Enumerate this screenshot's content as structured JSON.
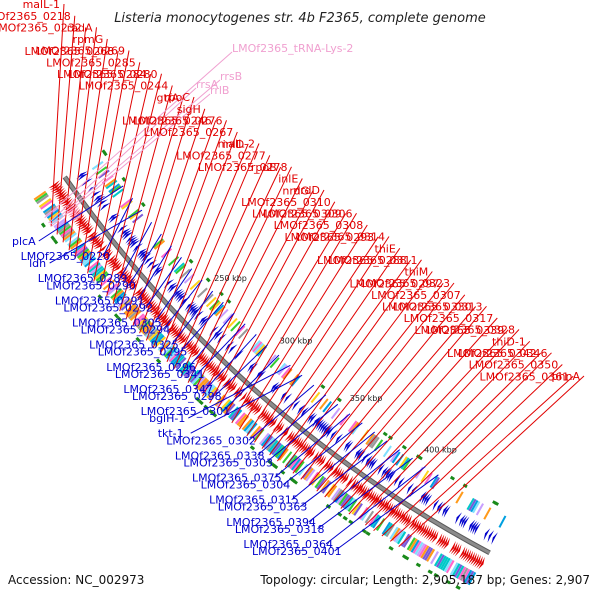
{
  "title": "Listeria monocytogenes str. 4b F2365, complete genome",
  "accession": "Accession: NC_002973",
  "summary": "Topology: circular; Length: 2,905,187 bp; Genes: 2,907",
  "colors": {
    "forward": "#e00000",
    "reverse": "#0000cc",
    "rna": "#f0a0d0",
    "ring": "#8c8c8c",
    "cog_green": "#1a8a1a"
  },
  "kbp_marks": [
    {
      "label": "250 kbp",
      "kbp": 250
    },
    {
      "label": "300 kbp",
      "kbp": 300
    },
    {
      "label": "350 kbp",
      "kbp": 350
    },
    {
      "label": "400 kbp",
      "kbp": 400
    }
  ],
  "labels_forward": [
    "malL-1",
    "LMOf2365_0218",
    "LMOf2365_0232",
    "radA",
    "rpmG",
    "LMOf2365_0268",
    "LMOf2365_0269",
    "LMOf2365_0285",
    "LMOf2365_0284",
    "LMOf2365_0280",
    "LMOf2365_0244",
    "gtfA",
    "rpoC",
    "sigH",
    "LMOf2365_0246",
    "LMOf2365_0276",
    "LMOf2365_0267",
    "inlD",
    "malL-2",
    "LMOf2365_0277",
    "rpoB",
    "LMOf2365_0278",
    "inlE",
    "nrdG",
    "nrdD",
    "LMOf2365_0310",
    "LMOf2365_0309",
    "LMOf2365_0306",
    "LMOf2365_0308",
    "LMOf2365_0293",
    "LMOf2365_0314",
    "thiE",
    "LMOf2365_0288",
    "LMOf2365_0311",
    "thiM",
    "LMOf2365_0297",
    "LMOf2365_0323",
    "LMOf2365_0307",
    "LMOf2365_0330",
    "LMOf2365_0313",
    "LMOf2365_0317",
    "LMOf2365_0339",
    "LMOf2365_0328",
    "thiD-1",
    "LMOf2365_0342",
    "LMOf2365_0346",
    "LMOf2365_0350",
    "LMOf2365_0361",
    "phnA"
  ],
  "labels_rna": [
    "LMOf2365_tRNA-Lys-2",
    "rrsA",
    "rrsB",
    "rrlB"
  ],
  "labels_reverse": [
    "plcA",
    "LMOf2365_0220",
    "ldh",
    "LMOf2365_0289",
    "LMOf2365_0290",
    "LMOf2365_0291",
    "LMOf2365_0292",
    "LMOf2365_0305",
    "LMOf2365_0294",
    "LMOf2365_0325",
    "LMOf2365_0295",
    "LMOf2365_0296",
    "LMOf2365_0341",
    "LMOf2365_0347",
    "LMOf2365_0298",
    "LMOf2365_0301",
    "bglH-1",
    "tkt-1",
    "LMOf2365_0302",
    "LMOf2365_0338",
    "LMOf2365_0303",
    "LMOf2365_0375",
    "LMOf2365_0304",
    "LMOf2365_0315",
    "LMOf2365_0363",
    "LMOf2365_0394",
    "LMOf2365_0318",
    "LMOf2365_0364",
    "LMOf2365_0401"
  ]
}
